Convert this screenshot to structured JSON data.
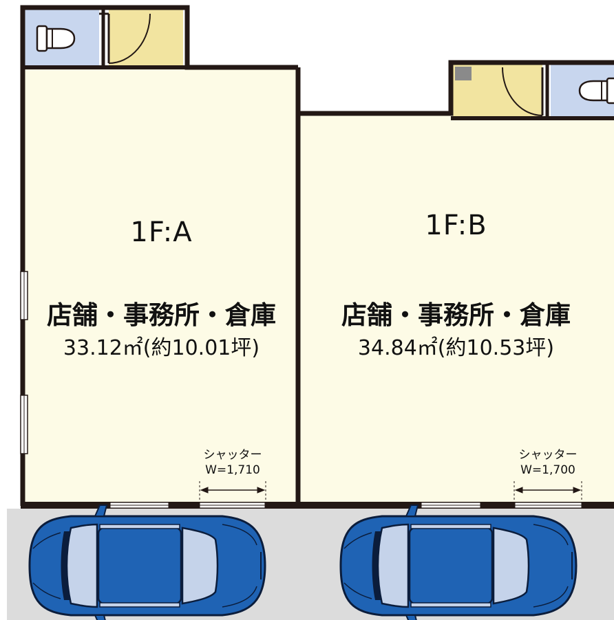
{
  "units": [
    {
      "id": "A",
      "title": "1F:A",
      "use": "店舗・事務所・倉庫",
      "area": "33.12㎡(約10.01坪)",
      "shutter": {
        "name": "シャッター",
        "width": "W=1,710"
      }
    },
    {
      "id": "B",
      "title": "1F:B",
      "use": "店舗・事務所・倉庫",
      "area": "34.84㎡(約10.53坪)",
      "shutter": {
        "name": "シャッター",
        "width": "W=1,700"
      }
    }
  ],
  "colors": {
    "room_floor": "#fdfbe6",
    "wall": "#231815",
    "toilet_floor": "#c8d6ee",
    "entry_floor": "#f2e4a0",
    "parking": "#dcdcdc",
    "car_body": "#1f63b4",
    "car_glass": "#c5d3ea"
  },
  "icons": {
    "toilet": "toilet-icon",
    "door": "door-swing-icon",
    "car": "car-icon"
  }
}
